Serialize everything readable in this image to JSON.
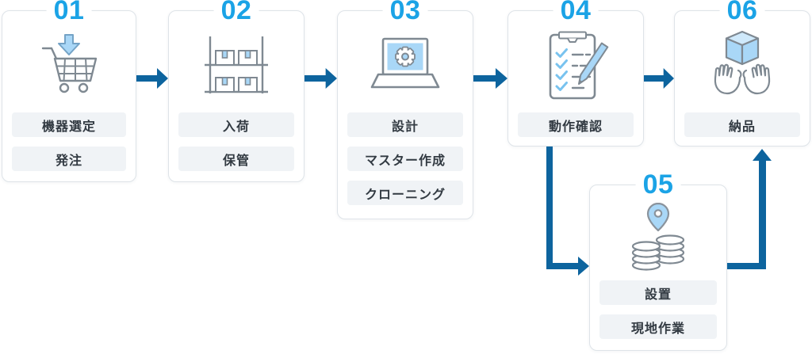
{
  "diagram": {
    "type": "process-flow",
    "background": "#ffffff",
    "steps": [
      {
        "number": "01",
        "icon": "cart-download-icon",
        "labels": [
          "機器選定",
          "発注"
        ]
      },
      {
        "number": "02",
        "icon": "storage-shelf-icon",
        "labels": [
          "入荷",
          "保管"
        ]
      },
      {
        "number": "03",
        "icon": "laptop-gear-icon",
        "labels": [
          "設計",
          "マスター作成",
          "クローニング"
        ]
      },
      {
        "number": "04",
        "icon": "checklist-pencil-icon",
        "labels": [
          "動作確認"
        ]
      },
      {
        "number": "05",
        "icon": "location-pin-coins-icon",
        "labels": [
          "設置",
          "現地作業"
        ]
      },
      {
        "number": "06",
        "icon": "hands-holding-box-icon",
        "labels": [
          "納品"
        ]
      }
    ],
    "connections": [
      {
        "from": "01",
        "to": "02",
        "type": "arrow-right"
      },
      {
        "from": "02",
        "to": "03",
        "type": "arrow-right"
      },
      {
        "from": "03",
        "to": "04",
        "type": "arrow-right"
      },
      {
        "from": "04",
        "to": "06",
        "type": "arrow-right"
      },
      {
        "from": "04",
        "to": "05",
        "type": "elbow-down-right"
      },
      {
        "from": "05",
        "to": "06",
        "type": "elbow-right-up"
      }
    ],
    "colors": {
      "step_number_blue": "#1ba3e6",
      "arrow_blue": "#0d649e",
      "card_border": "#dee3e8",
      "label_background": "#f0f3f6",
      "label_text": "#323a42",
      "icon_stroke_gray": "#7f8992",
      "icon_fill_blue": "#a9d7f7",
      "icon_fill_blue_light": "#cfe9fb",
      "check_blue": "#79c3ef"
    }
  }
}
